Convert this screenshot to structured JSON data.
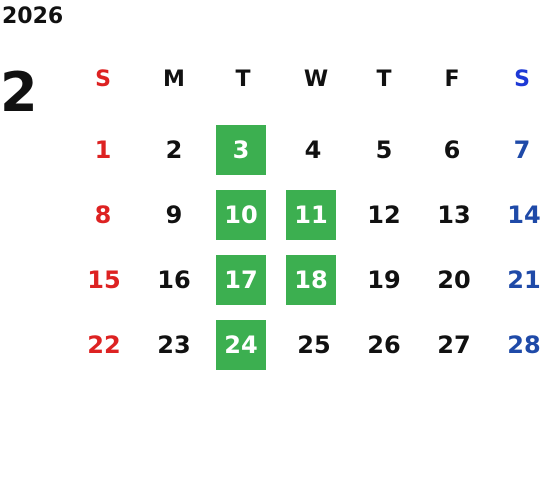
{
  "calendar": {
    "year": "2026",
    "month": "2",
    "weekdays": [
      "S",
      "M",
      "T",
      "W",
      "T",
      "F",
      "S"
    ],
    "weeks": [
      [
        "1",
        "2",
        "3",
        "4",
        "5",
        "6",
        "7"
      ],
      [
        "8",
        "9",
        "10",
        "11",
        "12",
        "13",
        "14"
      ],
      [
        "15",
        "16",
        "17",
        "18",
        "19",
        "20",
        "21"
      ],
      [
        "22",
        "23",
        "24",
        "25",
        "26",
        "27",
        "28"
      ]
    ],
    "highlighted_days": [
      "3",
      "10",
      "11",
      "17",
      "18",
      "24"
    ],
    "colors": {
      "sunday": "#dd2222",
      "saturday_date": "#1f4aa8",
      "saturday_header": "#1d39d6",
      "highlight_bg": "#3caf50",
      "highlight_text": "#ffffff",
      "text": "#111111"
    }
  }
}
